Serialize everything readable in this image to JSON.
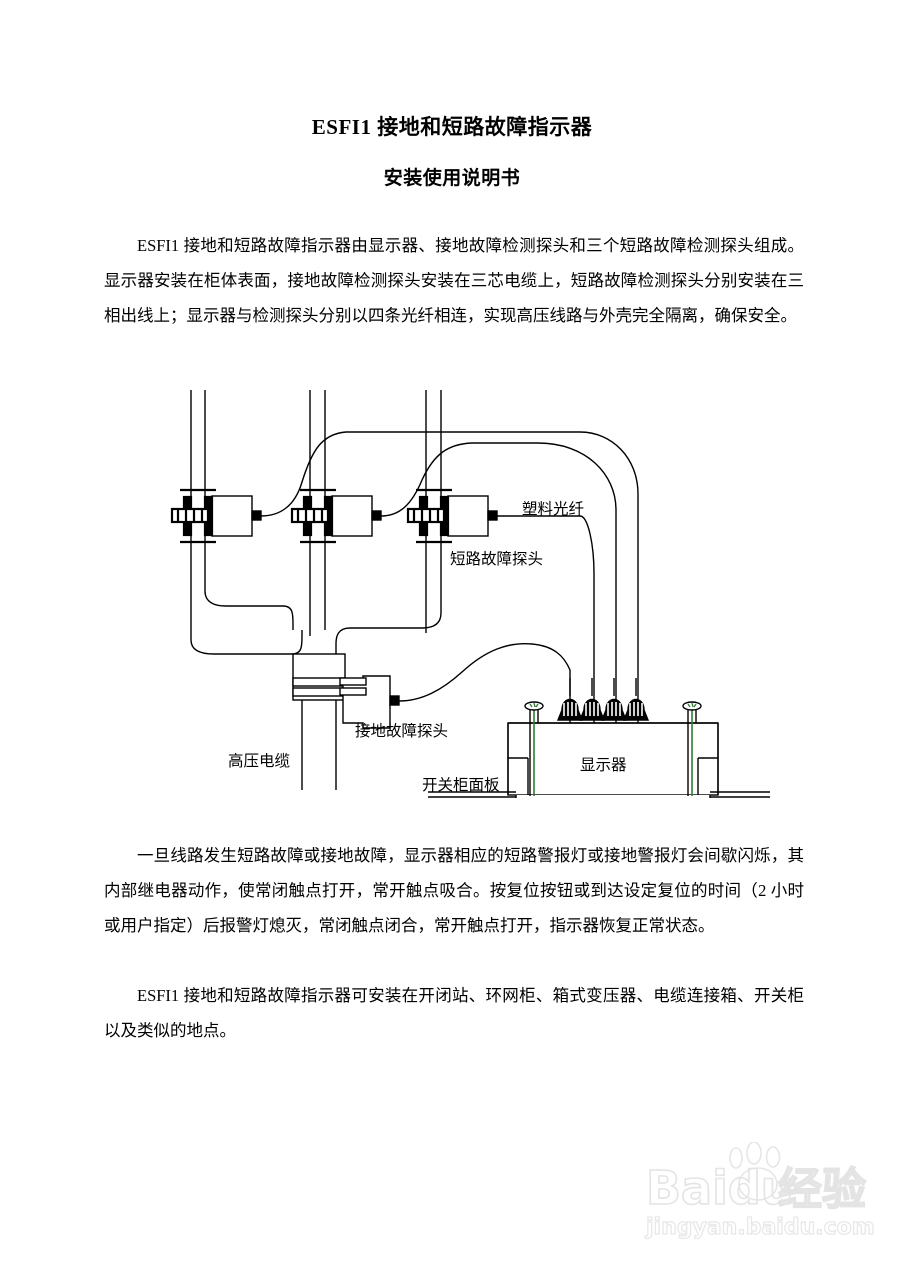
{
  "document": {
    "title_main": "ESFI1 接地和短路故障指示器",
    "title_sub": "安装使用说明书",
    "paragraphs": {
      "p1": "ESFI1 接地和短路故障指示器由显示器、接地故障检测探头和三个短路故障检测探头组成。显示器安装在柜体表面，接地故障检测探头安装在三芯电缆上，短路故障检测探头分别安装在三相出线上；显示器与检测探头分别以四条光纤相连，实现高压线路与外壳完全隔离，确保安全。",
      "p2": "一旦线路发生短路故障或接地故障，显示器相应的短路警报灯或接地警报灯会间歇闪烁，其内部继电器动作，使常闭触点打开，常开触点吸合。按复位按钮或到达设定复位的时间（2 小时或用户指定）后报警灯熄灭，常闭触点闭合，常开触点打开，指示器恢复正常状态。",
      "p3": "ESFI1 接地和短路故障指示器可安装在开闭站、环网柜、箱式变压器、电缆连接箱、开关柜以及类似的地点。"
    }
  },
  "diagram": {
    "labels": {
      "plastic_fiber": "塑料光纤",
      "short_circuit_probe": "短路故障探头",
      "ground_fault_probe": "接地故障探头",
      "high_voltage_cable": "高压电缆",
      "display_unit": "显示器",
      "switchgear_panel": "开关柜面板"
    },
    "counts": {
      "phase_lines": 3,
      "short_circuit_probes": 3,
      "ground_fault_probes": 1,
      "fiber_connectors": 4,
      "fiber_cables": 4
    },
    "colors": {
      "line": "#000000",
      "screw_shaft": "#2f7d32",
      "background": "#ffffff"
    }
  },
  "watermark": {
    "brand": "Baidu",
    "brand_cn": "经验",
    "url": "jingyan.baidu.com",
    "color": "#e6e6e6"
  }
}
